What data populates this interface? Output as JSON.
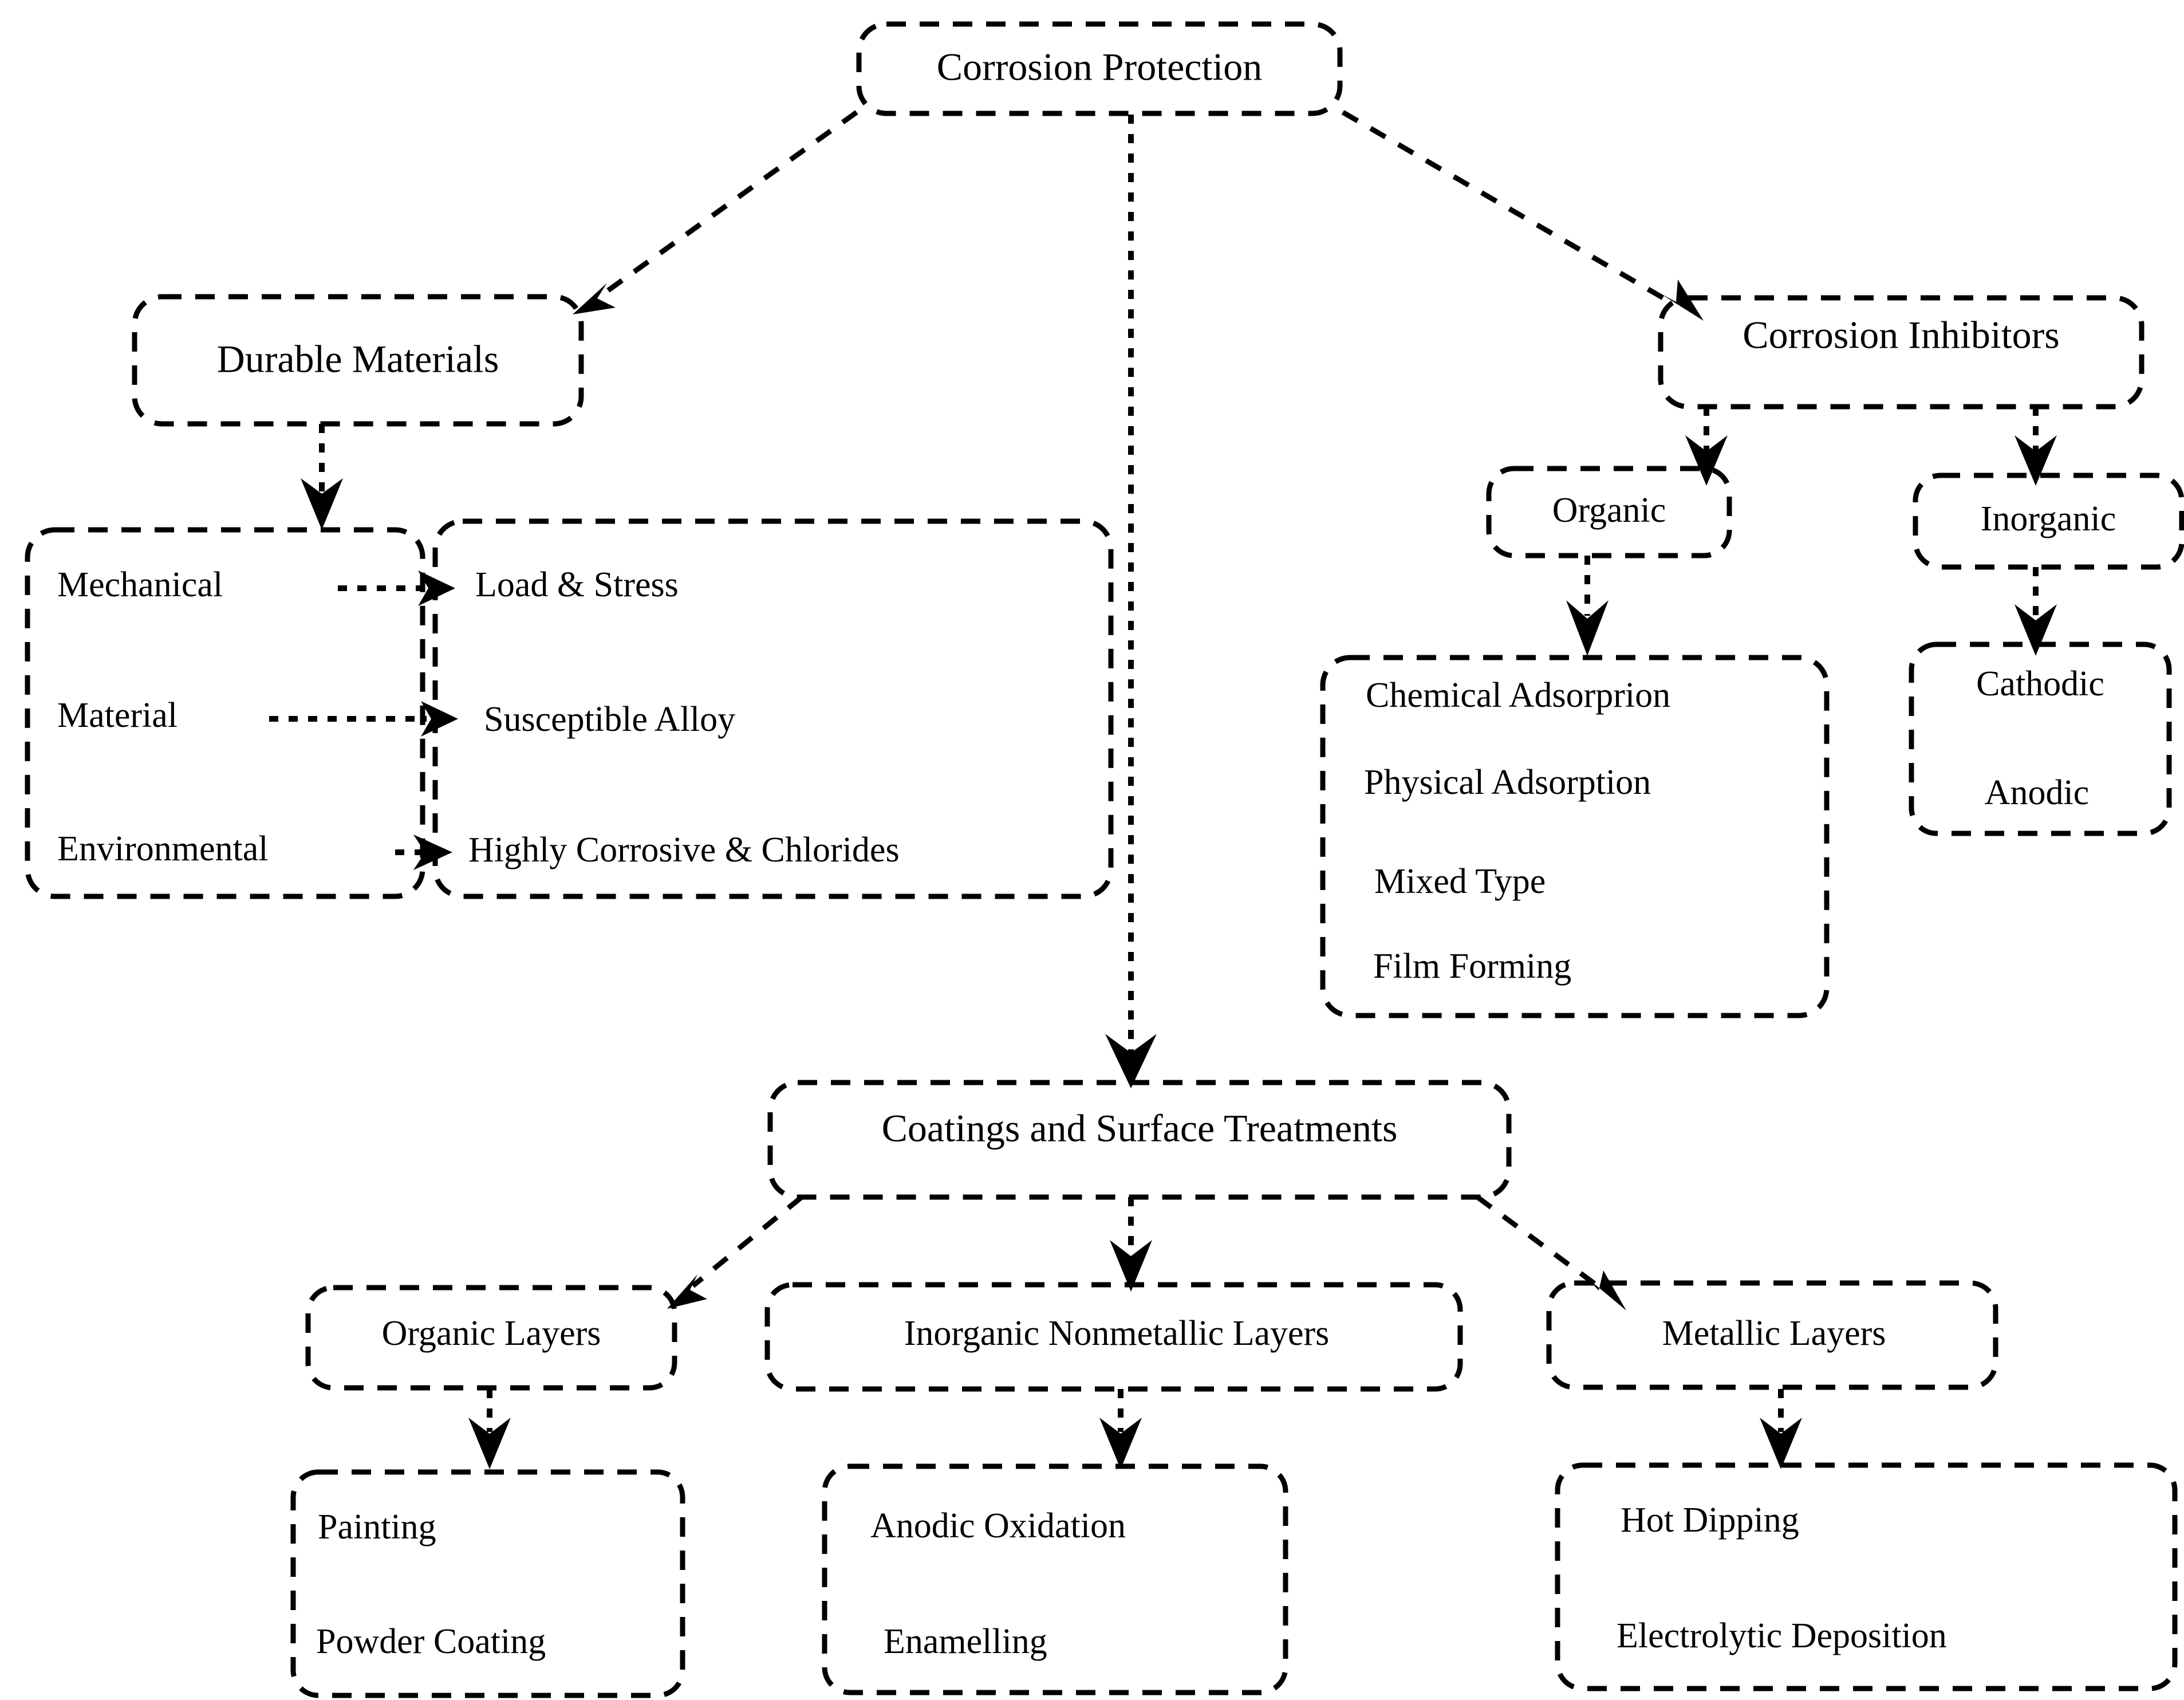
{
  "diagram": {
    "title": "Corrosion Protection",
    "type": "tree-flowchart",
    "style": {
      "box_stroke": "#000000",
      "text_color": "#000000",
      "background": "#ffffff",
      "line_style": "dashed"
    },
    "nodes": {
      "root": {
        "label": "Corrosion Protection"
      },
      "durable_materials": {
        "label": "Durable Materials"
      },
      "factors": {
        "items": [
          {
            "label": "Mechanical"
          },
          {
            "label": "Material"
          },
          {
            "label": "Environmental"
          }
        ]
      },
      "conditions": {
        "items": [
          {
            "label": "Load & Stress"
          },
          {
            "label": "Susceptible Alloy"
          },
          {
            "label": "Highly Corrosive & Chlorides"
          }
        ]
      },
      "corrosion_inhibitors": {
        "label": "Corrosion Inhibitors"
      },
      "organic": {
        "label": "Organic"
      },
      "inorganic": {
        "label": "Inorganic"
      },
      "organic_types": {
        "items": [
          {
            "label": "Chemical Adsorprion"
          },
          {
            "label": "Physical Adsorption"
          },
          {
            "label": "Mixed Type"
          },
          {
            "label": "Film Forming"
          }
        ]
      },
      "inorganic_types": {
        "items": [
          {
            "label": "Cathodic"
          },
          {
            "label": "Anodic"
          }
        ]
      },
      "coatings": {
        "label": "Coatings and Surface Treatments"
      },
      "organic_layers": {
        "label": "Organic Layers"
      },
      "inorganic_nonmetallic_layers": {
        "label": "Inorganic Nonmetallic Layers"
      },
      "metallic_layers": {
        "label": "Metallic Layers"
      },
      "organic_layer_methods": {
        "items": [
          {
            "label": "Painting"
          },
          {
            "label": "Powder Coating"
          }
        ]
      },
      "inorganic_layer_methods": {
        "items": [
          {
            "label": "Anodic Oxidation"
          },
          {
            "label": "Enamelling"
          }
        ]
      },
      "metallic_layer_methods": {
        "items": [
          {
            "label": "Hot Dipping"
          },
          {
            "label": "Electrolytic Deposition"
          }
        ]
      }
    },
    "edges": [
      {
        "from": "root",
        "to": "durable_materials"
      },
      {
        "from": "root",
        "to": "coatings"
      },
      {
        "from": "root",
        "to": "corrosion_inhibitors"
      },
      {
        "from": "durable_materials",
        "to": "factors"
      },
      {
        "from": "factors.Mechanical",
        "to": "conditions.Load & Stress"
      },
      {
        "from": "factors.Material",
        "to": "conditions.Susceptible Alloy"
      },
      {
        "from": "factors.Environmental",
        "to": "conditions.Highly Corrosive & Chlorides"
      },
      {
        "from": "corrosion_inhibitors",
        "to": "organic"
      },
      {
        "from": "corrosion_inhibitors",
        "to": "inorganic"
      },
      {
        "from": "organic",
        "to": "organic_types"
      },
      {
        "from": "inorganic",
        "to": "inorganic_types"
      },
      {
        "from": "coatings",
        "to": "organic_layers"
      },
      {
        "from": "coatings",
        "to": "inorganic_nonmetallic_layers"
      },
      {
        "from": "coatings",
        "to": "metallic_layers"
      },
      {
        "from": "organic_layers",
        "to": "organic_layer_methods"
      },
      {
        "from": "inorganic_nonmetallic_layers",
        "to": "inorganic_layer_methods"
      },
      {
        "from": "metallic_layers",
        "to": "metallic_layer_methods"
      }
    ]
  }
}
